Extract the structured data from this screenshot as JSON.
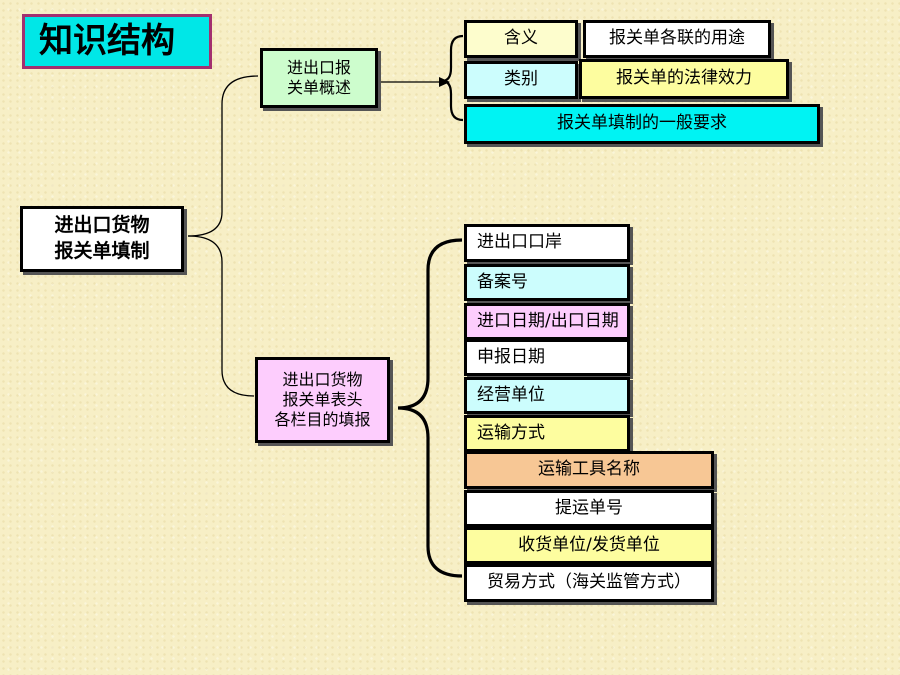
{
  "title": "知识结构",
  "root": {
    "line1": "进出口货物",
    "line2": "报关单填制"
  },
  "branch1": {
    "line1": "进出口报",
    "line2": "关单概述"
  },
  "branch2": {
    "line1": "进出口货物",
    "line2": "报关单表头",
    "line3": "各栏目的填报"
  },
  "overview_items": {
    "meaning": "含义",
    "usage": "报关单各联的用途",
    "category": "类别",
    "legal_effect": "报关单的法律效力",
    "general_requirements": "报关单填制的一般要求"
  },
  "header_fields": [
    "进出口口岸",
    "备案号",
    "进口日期/出口日期",
    "申报日期",
    "经营单位",
    "运输方式",
    "运输工具名称",
    "提运单号",
    "收货单位/发货单位",
    "贸易方式（海关监管方式）"
  ]
}
